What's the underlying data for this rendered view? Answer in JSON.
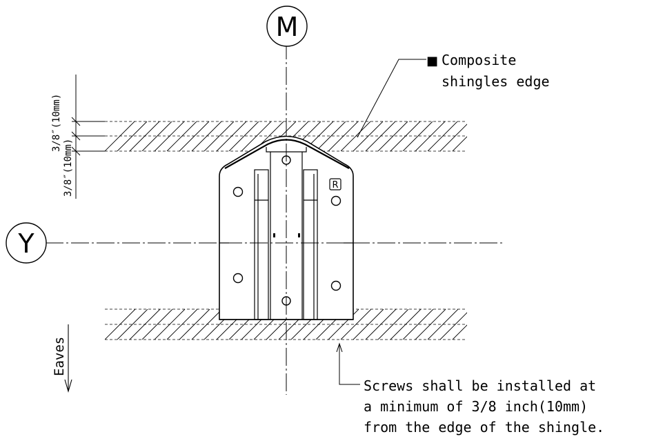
{
  "axes": {
    "m_label": "M",
    "y_label": "Y"
  },
  "dimensions": {
    "upper": "3/8″(10mm)",
    "lower": "3/8″(10mm)"
  },
  "eaves_label": "Eaves",
  "shingle_note": {
    "bullet": "■",
    "line1": "Composite",
    "line2": "shingles edge"
  },
  "screw_note": {
    "line1": "Screws shall be installed at",
    "line2": "a minimum of 3/8 inch(10mm)",
    "line3": "from the edge of the shingle."
  },
  "bracket_mark": "R",
  "colors": {
    "line": "#000000",
    "background": "#ffffff"
  }
}
